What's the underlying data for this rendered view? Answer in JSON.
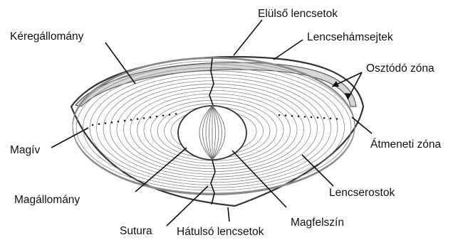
{
  "labels": {
    "kereg": "Kéregállomány",
    "elulso": "Elülső lencsetok",
    "lencsehamsejtek": "Lencsehámsejtek",
    "osztodo": "Osztódó zóna",
    "magiv": "Magív",
    "atmeneti": "Átmeneti zóna",
    "lencserostok": "Lencserostok",
    "magallomany": "Magállomány",
    "magfelszin": "Magfelszín",
    "sutura": "Sutura",
    "hatulso": "Hátulsó lencsetok"
  },
  "colors": {
    "ink": "#111111",
    "capsule": "#555555",
    "epithelium": "#d6d6d6",
    "fiber": "#8a8a8a"
  }
}
